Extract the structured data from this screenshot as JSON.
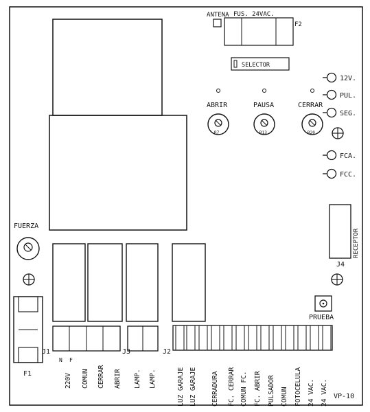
{
  "top_labels": {
    "antena": "ANTENA",
    "fus": "FUS. 24VAC.",
    "f2": "F2",
    "selector": "SELECTOR"
  },
  "pots": [
    {
      "label": "ABRIR",
      "ref": "R7"
    },
    {
      "label": "PAUSA",
      "ref": "R13"
    },
    {
      "label": "CERRAR",
      "ref": "R20"
    }
  ],
  "leds": [
    "12V.",
    "PUL.",
    "SEG.",
    "FCA.",
    "FCC."
  ],
  "left": {
    "fuerza": "FUERZA",
    "f1": "F1",
    "j1": "J1",
    "j3": "J3",
    "j2": "J2",
    "j4": "J4"
  },
  "receptor": "RECEPTOR",
  "prueba": "PRUEBA",
  "model": "VP-10",
  "j1_nf": [
    "N",
    "F"
  ],
  "terminals": [
    "220V",
    "COMUN",
    "CERRAR",
    "ABRIR",
    "LAMP.",
    "LAMP.",
    "LUZ GARAJE",
    "LUZ GARAJE",
    "CERRADURA",
    "FC. CERRAR",
    "COMUN FC.",
    "FC. ABRIR",
    "PULSADOR",
    "COMUN",
    "FOTOCELULA",
    "24 VAC.",
    "24 VAC."
  ]
}
